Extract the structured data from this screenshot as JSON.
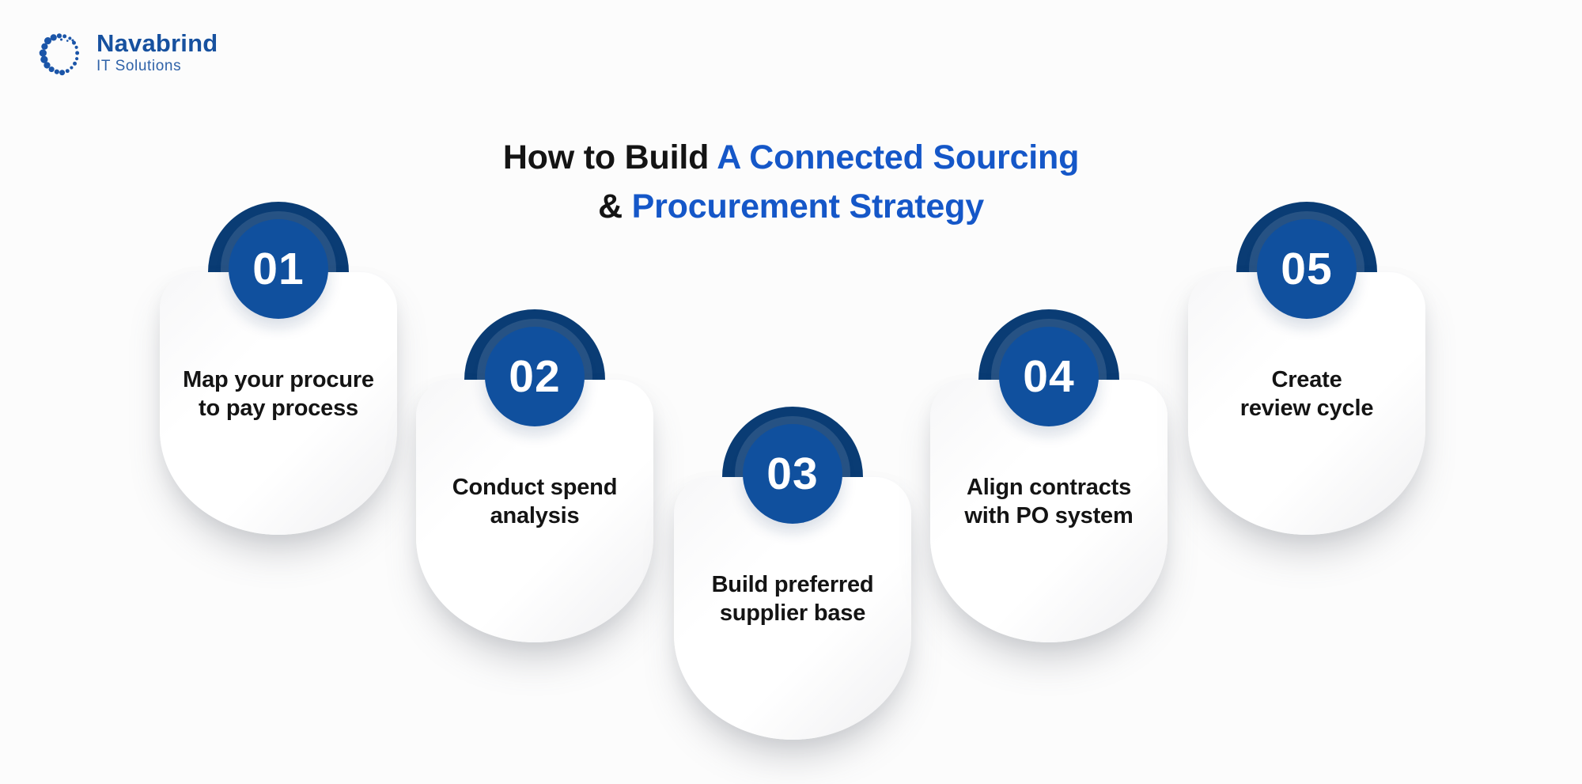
{
  "logo": {
    "name": "Navabrind",
    "subtitle": "IT Solutions",
    "name_color": "#17519f",
    "subtitle_color": "#2f62a8"
  },
  "title": {
    "line1_dark": "How to Build ",
    "line1_blue": "A Connected Sourcing",
    "line2_dark": "& ",
    "line2_blue": "Procurement Strategy"
  },
  "steps": [
    {
      "number": "01",
      "line1": "Map your procure",
      "line2": "to pay process"
    },
    {
      "number": "02",
      "line1": "Conduct spend",
      "line2": "analysis"
    },
    {
      "number": "03",
      "line1": "Build preferred",
      "line2": "supplier base"
    },
    {
      "number": "04",
      "line1": "Align contracts",
      "line2": "with PO system"
    },
    {
      "number": "05",
      "line1": "Create",
      "line2": "review cycle"
    }
  ],
  "colors": {
    "badge_inner": "#10509e",
    "badge_outer": "#0a3c74",
    "title_dark": "#141414",
    "title_blue": "#1557c8",
    "card_text": "#141414",
    "page_bg": "#fcfcfc"
  }
}
